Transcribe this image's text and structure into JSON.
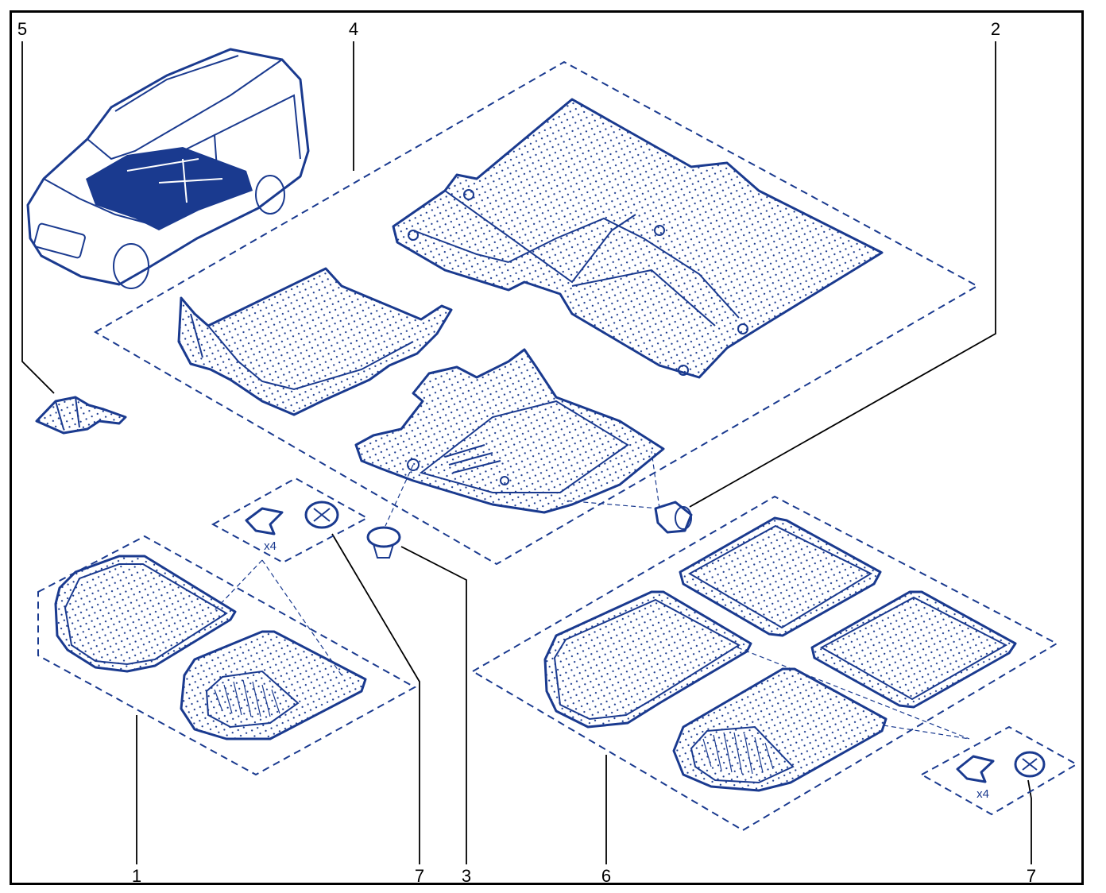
{
  "colors": {
    "line": "#1a3a8f",
    "fill": "#ffffff",
    "dot": "#1a3a8f",
    "highlight": "#1a3a8f",
    "frame": "#000000",
    "label": "#000000"
  },
  "callouts": {
    "c5": "5",
    "c4": "4",
    "c2": "2",
    "c1": "1",
    "c7a": "7",
    "c3": "3",
    "c6": "6",
    "c7b": "7"
  },
  "quantities": {
    "clip_left": "x4",
    "clip_right": "x4"
  },
  "icons": {
    "vehicle": "van-with-floor-highlight-illustration",
    "rear_floor_mat": "rear-floor-covering",
    "front_floor_left": "front-floor-covering-left",
    "front_floor_right": "front-floor-covering-right",
    "fastener": "push-in-clip",
    "stud": "mat-retaining-stud",
    "clip": "mat-clip",
    "small_mat": "step-protector-mat"
  }
}
